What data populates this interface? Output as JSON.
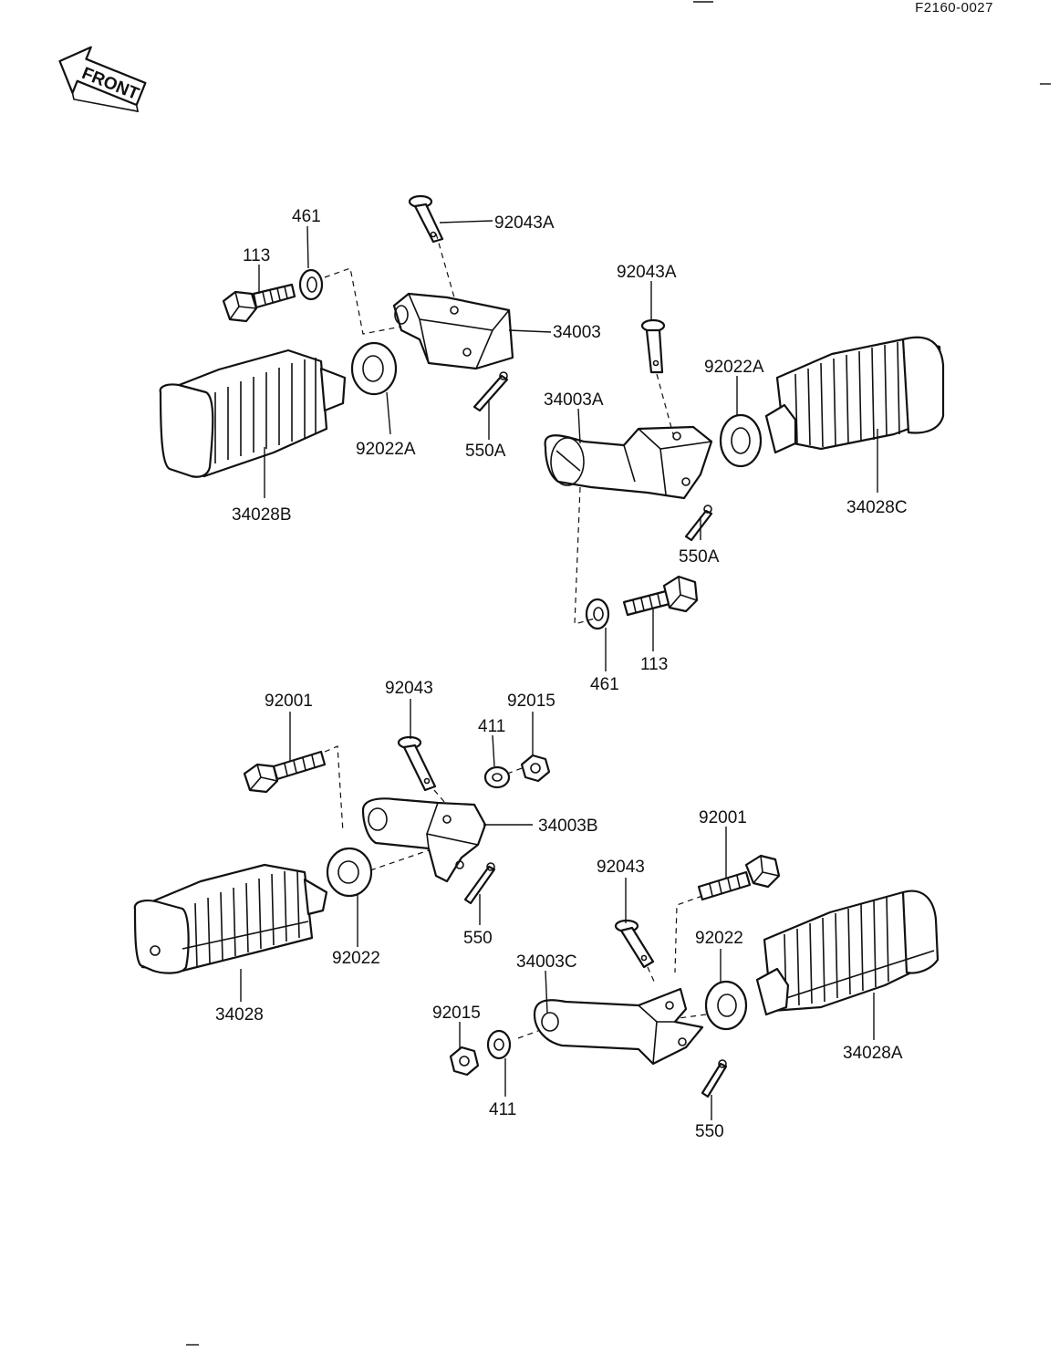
{
  "doc_code": "F2160-0027",
  "front_badge": "FRONT",
  "labels": {
    "l_113_a": "113",
    "l_461_a": "461",
    "l_92043A_a": "92043A",
    "l_34003": "34003",
    "l_92022A_a": "92022A",
    "l_550A_a": "550A",
    "l_34028B": "34028B",
    "l_92043A_b": "92043A",
    "l_92022A_b": "92022A",
    "l_34003A": "34003A",
    "l_34028C": "34028C",
    "l_550A_b": "550A",
    "l_113_b": "113",
    "l_461_b": "461",
    "l_92001_a": "92001",
    "l_92043_a": "92043",
    "l_411_a": "411",
    "l_92015_a": "92015",
    "l_34003B": "34003B",
    "l_92022_a": "92022",
    "l_550_a": "550",
    "l_34028": "34028",
    "l_92001_b": "92001",
    "l_92043_b": "92043",
    "l_92022_b": "92022",
    "l_34003C": "34003C",
    "l_92015_b": "92015",
    "l_411_b": "411",
    "l_34028A": "34028A",
    "l_550_b": "550"
  }
}
